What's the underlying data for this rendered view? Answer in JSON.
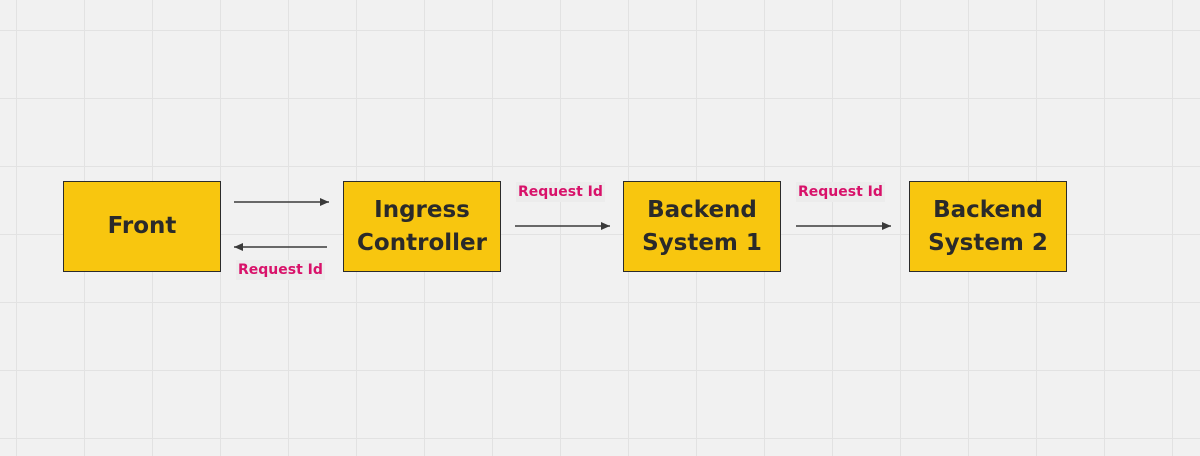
{
  "diagram": {
    "nodes": [
      {
        "id": "front",
        "label": "Front"
      },
      {
        "id": "ingress",
        "label": "Ingress\nController"
      },
      {
        "id": "backend1",
        "label": "Backend\nSystem 1"
      },
      {
        "id": "backend2",
        "label": "Backend\nSystem 2"
      }
    ],
    "edges": [
      {
        "from": "front",
        "to": "ingress",
        "label": ""
      },
      {
        "from": "ingress",
        "to": "front",
        "label": "Request Id"
      },
      {
        "from": "ingress",
        "to": "backend1",
        "label": "Request Id"
      },
      {
        "from": "backend1",
        "to": "backend2",
        "label": "Request Id"
      }
    ]
  },
  "colors": {
    "node_fill": "#f8c60f",
    "node_border": "#2b2b2b",
    "label_text": "#d8126a",
    "arrow": "#3a3a3a",
    "background": "#f1f1f1",
    "grid": "#e2e2e2"
  }
}
